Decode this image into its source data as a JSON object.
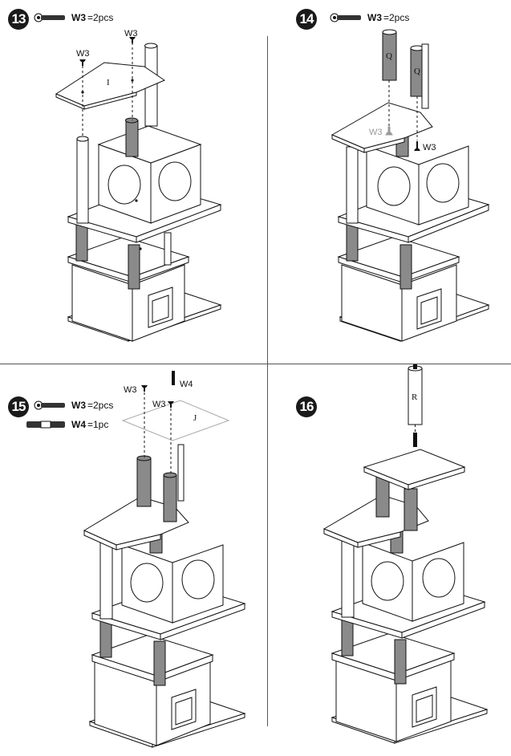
{
  "steps": [
    {
      "number": "13",
      "parts": [
        {
          "code": "W3",
          "qty": "=2pcs"
        }
      ],
      "labels": {
        "panel": "I",
        "w3a": "W3",
        "w3b": "W3"
      }
    },
    {
      "number": "14",
      "parts": [
        {
          "code": "W3",
          "qty": "=2pcs"
        }
      ],
      "labels": {
        "postA": "Q",
        "postB": "Q",
        "w3a": "W3",
        "w3b": "W3"
      }
    },
    {
      "number": "15",
      "parts": [
        {
          "code": "W3",
          "qty": "=2pcs"
        },
        {
          "code": "W4",
          "qty": "=1pc"
        }
      ],
      "labels": {
        "panel": "J",
        "w3a": "W3",
        "w3b": "W3",
        "w4": "W4"
      }
    },
    {
      "number": "16",
      "parts": [],
      "labels": {
        "post": "R"
      }
    }
  ],
  "colors": {
    "post_gray": "#8a8a8a",
    "line": "#1a1a1a",
    "badge": "#1a1a1a",
    "ghost": "#999999"
  }
}
